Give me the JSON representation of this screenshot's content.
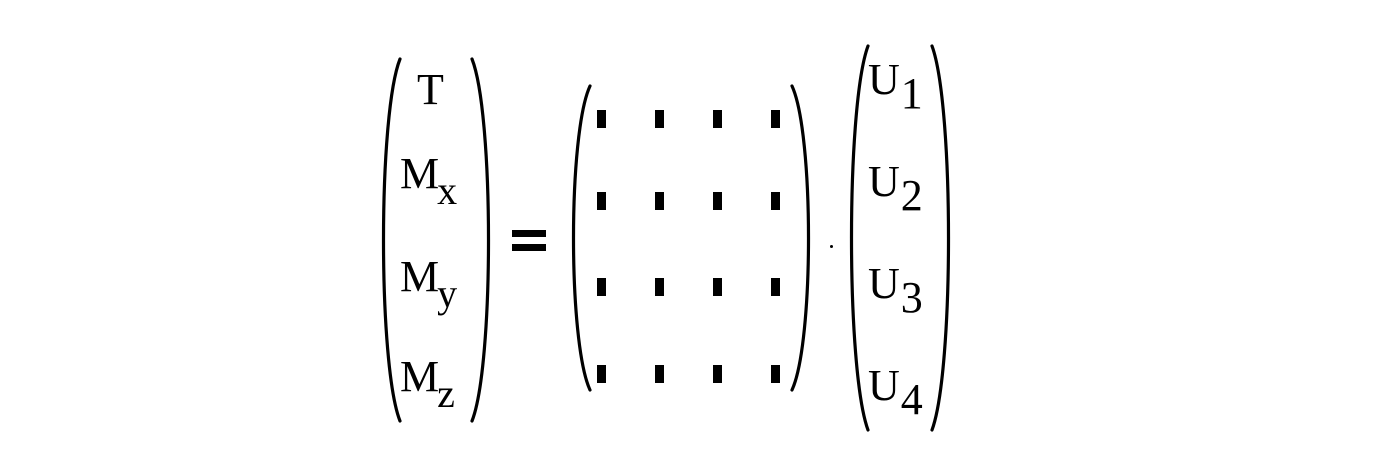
{
  "equation": {
    "lhs": [
      {
        "symbol": "T",
        "subscript": ""
      },
      {
        "symbol": "M",
        "subscript": "x"
      },
      {
        "symbol": "M",
        "subscript": "y"
      },
      {
        "symbol": "M",
        "subscript": "z"
      }
    ],
    "operator": "=",
    "matrix": {
      "rows": 4,
      "cols": 4
    },
    "product": "·",
    "rhs": [
      {
        "symbol": "U",
        "subscript": "1"
      },
      {
        "symbol": "U",
        "subscript": "2"
      },
      {
        "symbol": "U",
        "subscript": "3"
      },
      {
        "symbol": "U",
        "subscript": "4"
      }
    ]
  }
}
